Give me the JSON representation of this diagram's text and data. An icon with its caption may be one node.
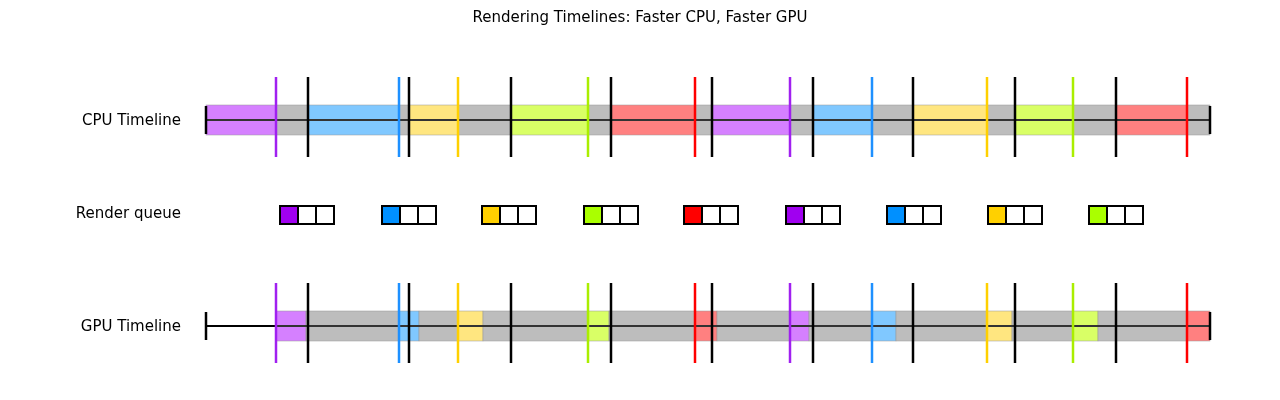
{
  "diagram": {
    "title": "Rendering Timelines: Faster CPU, Faster GPU",
    "labels": [
      "CPU Timeline",
      "Render queue",
      "GPU Timeline"
    ]
  }
}
